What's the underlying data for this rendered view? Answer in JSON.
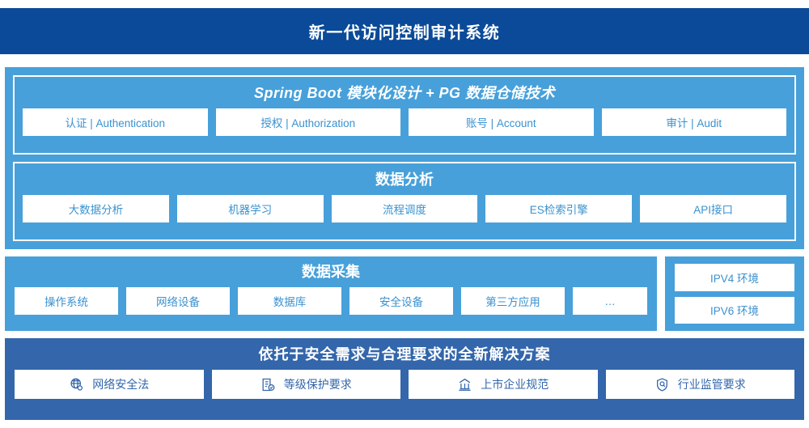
{
  "header": {
    "title": "新一代访问控制审计系统"
  },
  "colors": {
    "header_navy": "#0a4a98",
    "panel_blue": "#47a0da",
    "panel_navy": "#3366ab",
    "chip_text_blue": "#3a92cf",
    "chip_text_navy": "#3366ab",
    "chip_bg": "#ffffff"
  },
  "architecture": {
    "panels": [
      {
        "title": "Spring Boot 模块化设计 + PG 数据仓储技术",
        "italic": true,
        "chips": [
          {
            "label": "认证 | Authentication"
          },
          {
            "label": "授权 | Authorization"
          },
          {
            "label": "账号 | Account"
          },
          {
            "label": "审计 | Audit"
          }
        ]
      },
      {
        "title": "数据分析",
        "italic": false,
        "chips": [
          {
            "label": "大数据分析"
          },
          {
            "label": "机器学习"
          },
          {
            "label": "流程调度"
          },
          {
            "label": "ES检索引擎"
          },
          {
            "label": "API接口"
          }
        ]
      }
    ]
  },
  "collection": {
    "title": "数据采集",
    "chips": [
      {
        "label": "操作系统",
        "narrow": false
      },
      {
        "label": "网络设备",
        "narrow": false
      },
      {
        "label": "数据库",
        "narrow": false
      },
      {
        "label": "安全设备",
        "narrow": false
      },
      {
        "label": "第三方应用",
        "narrow": false
      },
      {
        "label": "…",
        "narrow": true
      }
    ],
    "environments": [
      {
        "label": "IPV4 环境"
      },
      {
        "label": "IPV6 环境"
      }
    ]
  },
  "compliance": {
    "title": "依托于安全需求与合理要求的全新解决方案",
    "chips": [
      {
        "label": "网络安全法",
        "icon": "globe-network-icon"
      },
      {
        "label": "等级保护要求",
        "icon": "document-check-icon"
      },
      {
        "label": "上市企业规范",
        "icon": "bank-building-icon"
      },
      {
        "label": "行业监管要求",
        "icon": "shield-search-icon"
      }
    ]
  }
}
